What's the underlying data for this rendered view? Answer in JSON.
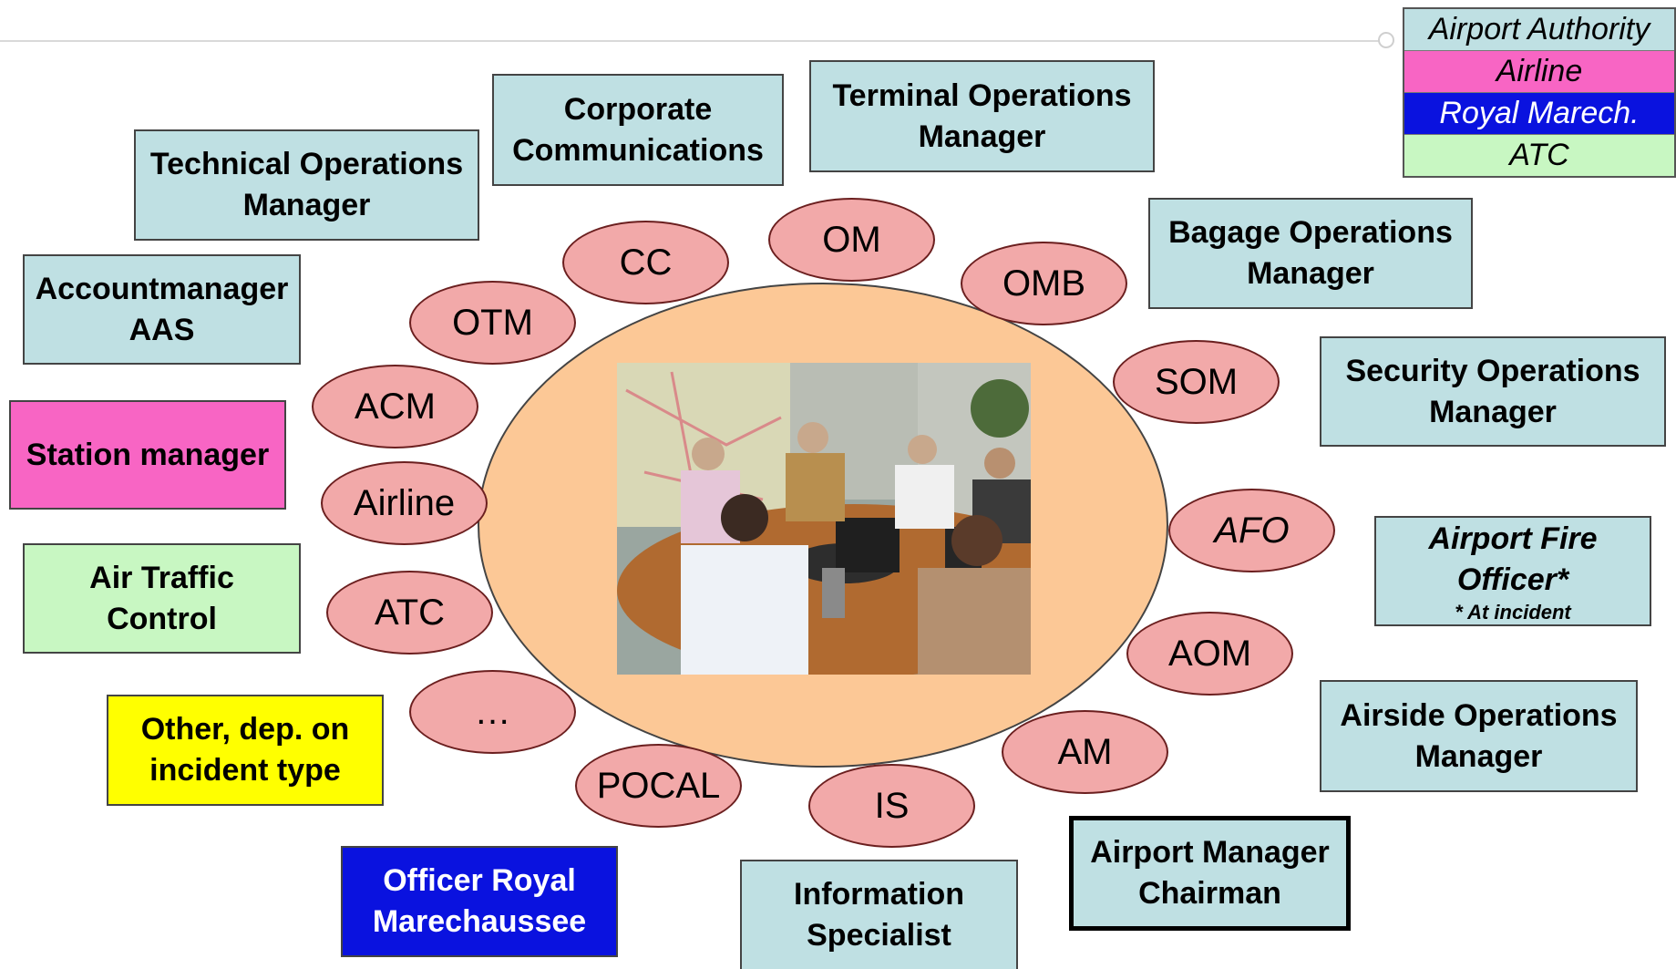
{
  "colors": {
    "airport_authority": "#bfe0e3",
    "airline": "#f865c4",
    "royal_marech": "#0a12df",
    "atc": "#c8f7c2",
    "other": "#ffff00",
    "role_ellipse": "#f2a9a9",
    "center": "#fcc896"
  },
  "legend": [
    {
      "label": "Airport Authority",
      "color": "#bfe0e3",
      "text_color": "#000000"
    },
    {
      "label": "Airline",
      "color": "#f865c4",
      "text_color": "#000000"
    },
    {
      "label": "Royal Marech.",
      "color": "#0a12df",
      "text_color": "#ffffff"
    },
    {
      "label": "ATC",
      "color": "#c8f7c2",
      "text_color": "#000000"
    }
  ],
  "boxes": {
    "technical_ops": [
      "Technical Operations",
      "Manager"
    ],
    "corporate_comm": [
      "Corporate",
      "Communications"
    ],
    "terminal_ops": [
      "Terminal Operations",
      "Manager"
    ],
    "bagage_ops": [
      "Bagage Operations",
      "Manager"
    ],
    "accountmanager": [
      "Accountmanager",
      "AAS"
    ],
    "station_manager": [
      "Station manager"
    ],
    "security_ops": [
      "Security Operations",
      "Manager"
    ],
    "air_traffic": [
      "Air Traffic",
      "Control"
    ],
    "airport_fire": [
      "Airport Fire",
      "Officer*",
      "* At incident"
    ],
    "other": [
      "Other, dep. on",
      "incident type"
    ],
    "airside_ops": [
      "Airside Operations",
      "Manager"
    ],
    "airport_manager": [
      "Airport Manager",
      "Chairman"
    ],
    "officer_royal": [
      "Officer Royal",
      "Marechaussee"
    ],
    "information_spec": [
      "Information",
      "Specialist"
    ]
  },
  "roles": {
    "cc": "CC",
    "om": "OM",
    "omb": "OMB",
    "otm": "OTM",
    "som": "SOM",
    "acm": "ACM",
    "airline": "Airline",
    "afo": "AFO",
    "atc": "ATC",
    "aom": "AOM",
    "ellipsis": "…",
    "am": "AM",
    "pocal": "POCAL",
    "is": "IS"
  }
}
